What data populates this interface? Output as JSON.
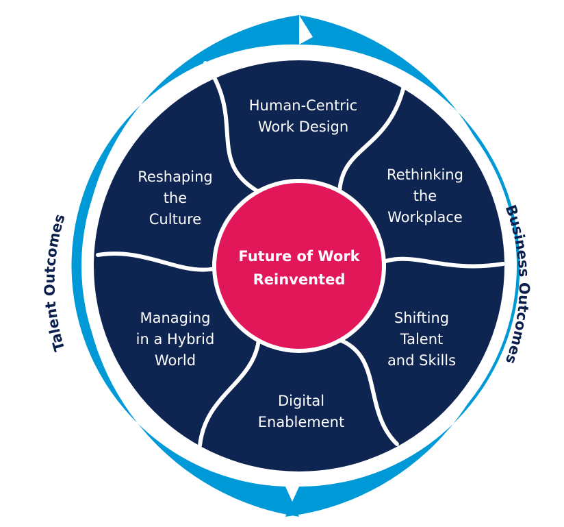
{
  "colors": {
    "outer_ring": "#0099d8",
    "inner_disc": "#0e2451",
    "center": "#e1175a",
    "divider": "#ffffff",
    "ring_text": "#0b1f4d"
  },
  "center": {
    "line1": "Future of Work",
    "line2": "Reinvented"
  },
  "segments": [
    {
      "id": "human-centric-work-design",
      "lines": [
        "Human-Centric",
        "Work Design"
      ]
    },
    {
      "id": "rethinking-the-workplace",
      "lines": [
        "Rethinking",
        "the",
        "Workplace"
      ]
    },
    {
      "id": "shifting-talent-and-skills",
      "lines": [
        "Shifting",
        "Talent",
        "and Skills"
      ]
    },
    {
      "id": "digital-enablement",
      "lines": [
        "Digital",
        "Enablement"
      ]
    },
    {
      "id": "managing-in-a-hybrid-world",
      "lines": [
        "Managing",
        "in a Hybrid",
        "World"
      ]
    },
    {
      "id": "reshaping-the-culture",
      "lines": [
        "Reshaping",
        "the",
        "Culture"
      ]
    }
  ],
  "ring_labels": {
    "left": "Talent Outcomes",
    "right": "Business Outcomes"
  }
}
